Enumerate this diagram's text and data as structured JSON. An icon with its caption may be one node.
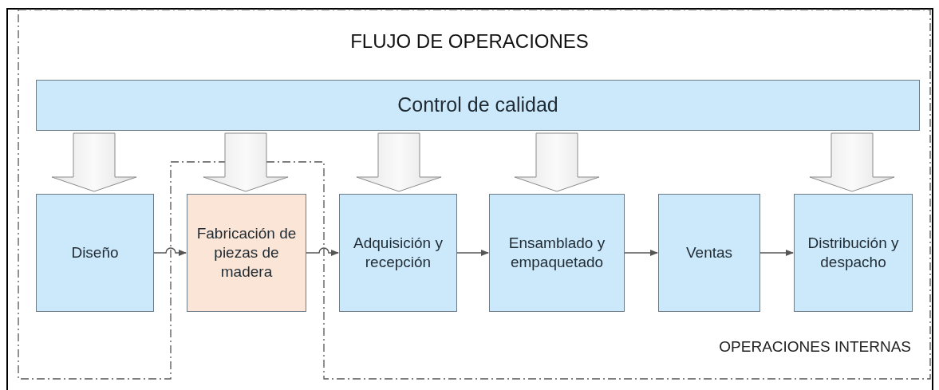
{
  "diagram": {
    "title": "FLUJO DE OPERACIONES",
    "nodes": [
      {
        "text": [
          "OPERACIONES INTERNAS"
        ]
      },
      {
        "text": [
          "Control de calidad"
        ],
        "in": 0
      },
      {
        "text": [
          "Diseño"
        ],
        "in": 0
      },
      {
        "text": [
          "Fabricación de piezas de madera"
        ]
      },
      {
        "text": [
          "Adquisición y recepción"
        ],
        "in": 0
      },
      {
        "text": [
          "Ensamblado y empaquetado"
        ],
        "in": 0
      },
      {
        "text": [
          "Ventas"
        ],
        "in": 0
      },
      {
        "text": [
          "Distribución y despacho"
        ],
        "in": 0
      }
    ],
    "edges": [
      {
        "from": 1,
        "to": 2,
        "arrow": "to",
        "style": "thick"
      },
      {
        "from": 1,
        "to": 3,
        "arrow": "to",
        "style": "thick"
      },
      {
        "from": 1,
        "to": 4,
        "arrow": "to",
        "style": "thick"
      },
      {
        "from": 1,
        "to": 5,
        "arrow": "to",
        "style": "thick"
      },
      {
        "from": 1,
        "to": 7,
        "arrow": "to",
        "style": "thick"
      },
      {
        "from": 2,
        "to": 3,
        "arrow": "to"
      },
      {
        "from": 3,
        "to": 4,
        "arrow": "to"
      },
      {
        "from": 4,
        "to": 5,
        "arrow": "to"
      },
      {
        "from": 5,
        "to": 6,
        "arrow": "to"
      },
      {
        "from": 6,
        "to": 7,
        "arrow": "to"
      }
    ]
  }
}
